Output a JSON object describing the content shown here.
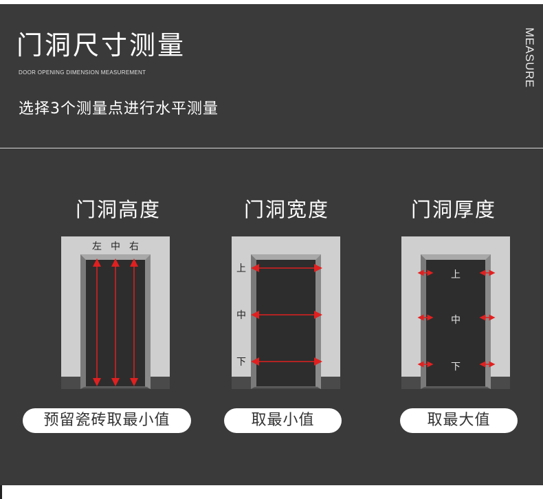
{
  "header": {
    "title": "门洞尺寸测量",
    "subtitle": "DOOR OPENING DIMENSION MEASUREMENT",
    "description": "选择3个测量点进行水平测量",
    "side_label": "MEASURE"
  },
  "columns": [
    {
      "title": "门洞高度",
      "labels": [
        "左",
        "中",
        "右"
      ],
      "pill": "预留瓷砖取最小值"
    },
    {
      "title": "门洞宽度",
      "labels": [
        "上",
        "中",
        "下"
      ],
      "pill": "取最小值"
    },
    {
      "title": "门洞厚度",
      "labels": [
        "上",
        "中",
        "下"
      ],
      "pill": "取最大值"
    }
  ],
  "colors": {
    "background": "#3a3a3a",
    "wall": "#cfcfcf",
    "frame": "#7a7a7a",
    "opening": "#2d2d2d",
    "arrow": "#e02020"
  }
}
